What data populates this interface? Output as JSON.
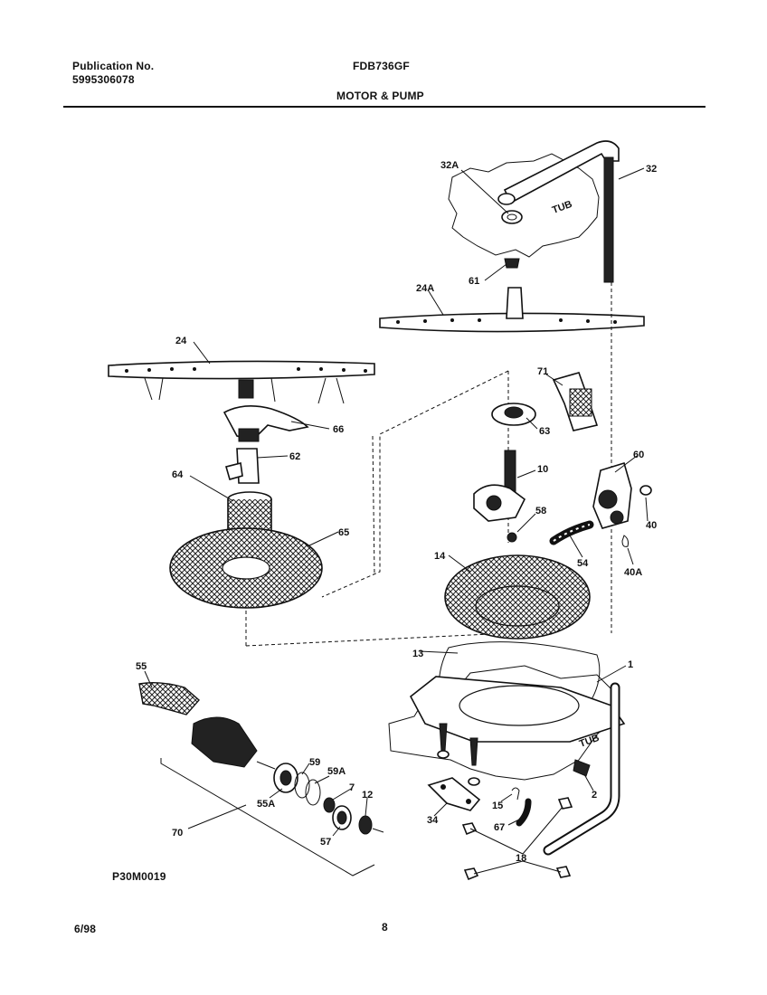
{
  "header": {
    "publication_label": "Publication No.",
    "publication_number": "5995306078",
    "model": "FDB736GF",
    "section_title": "MOTOR & PUMP"
  },
  "footer": {
    "date": "6/98",
    "page_number": "8",
    "figure_code": "P30M0019"
  },
  "callouts": {
    "c32A": "32A",
    "c32": "32",
    "c61": "61",
    "c24A": "24A",
    "c24": "24",
    "c66": "66",
    "c62": "62",
    "c64": "64",
    "c65": "65",
    "c71": "71",
    "c63": "63",
    "c10": "10",
    "c60": "60",
    "c58": "58",
    "c40": "40",
    "c54": "54",
    "c40A": "40A",
    "c14": "14",
    "c13": "13",
    "c1": "1",
    "c55": "55",
    "c59": "59",
    "c59A": "59A",
    "c7": "7",
    "c12": "12",
    "c55A": "55A",
    "c57": "57",
    "c70": "70",
    "c15": "15",
    "c2": "2",
    "c34": "34",
    "c67": "67",
    "c18": "18"
  },
  "tub_labels": {
    "upper": "TUB",
    "lower": "TUB"
  }
}
